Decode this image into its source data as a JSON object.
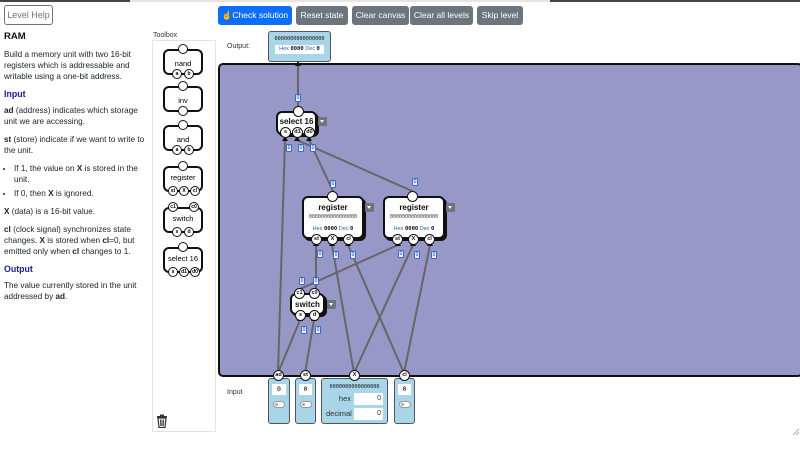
{
  "app": {
    "level_help_label": "Level Help"
  },
  "help": {
    "title": "RAM",
    "intro": "Build a memory unit with two 16-bit registers which is addressable and writable using a one-bit address.",
    "input_heading": "Input",
    "ad_term": "ad",
    "ad_desc": " (address) indicates which storage unit we are accessing.",
    "st_term": "st",
    "st_desc": " (store) indicate if we want to write to the unit.",
    "bullet1_pre": "If 1, the value on ",
    "bullet1_term": "X",
    "bullet1_post": " is stored in the unit.",
    "bullet2_pre": "If 0, then ",
    "bullet2_term": "X",
    "bullet2_post": " is ignored.",
    "x_term": "X",
    "x_desc": " (data) is a 16-bit value.",
    "cl_term": "cl",
    "cl_desc1": " (clock signal) synchronizes state changes. ",
    "cl_x": "X",
    "cl_desc2": " is stored when ",
    "cl_c0": "cl",
    "cl_desc3": "=0, but emitted only when ",
    "cl_c1": "cl",
    "cl_desc4": " changes to 1.",
    "output_heading": "Output",
    "output_pre": "The value currently stored in the unit addressed by ",
    "output_term": "ad",
    "output_post": "."
  },
  "toolbar": {
    "check_solution": "Check solution",
    "reset_state": "Reset state",
    "clear_canvas": "Clear canvas",
    "clear_all_levels": "Clear all levels",
    "skip_level": "Skip level"
  },
  "toolbox": {
    "title": "Toolbox",
    "items": [
      {
        "label": "nand",
        "pins": [
          "a",
          "b"
        ]
      },
      {
        "label": "inv",
        "pins": []
      },
      {
        "label": "and",
        "pins": [
          "a",
          "b"
        ]
      },
      {
        "label": "register",
        "pins": [
          "st",
          "X",
          "cl"
        ]
      },
      {
        "label": "switch",
        "pins": [
          "s",
          "d"
        ],
        "top_pins": [
          "c1",
          "c0"
        ]
      },
      {
        "label": "select 16",
        "pins": [
          "s",
          "d1",
          "d0"
        ]
      }
    ]
  },
  "labels": {
    "output": "Output:",
    "input": "Input"
  },
  "output_node": {
    "digits": "0000000000000000",
    "hex_label": "Hex",
    "hex": "0000",
    "dec_label": "Dec",
    "dec": "0"
  },
  "canvas": {
    "select": {
      "title": "select 16",
      "pins": [
        "s",
        "d1",
        "d0"
      ]
    },
    "register1": {
      "title": "register",
      "digits": "0000000000000000",
      "hex_label": "Hex",
      "hex": "0000",
      "dec_label": "Dec",
      "dec": "0",
      "pins": [
        "st",
        "X",
        "cl"
      ]
    },
    "register2": {
      "title": "register",
      "digits": "0000000000000000",
      "hex_label": "Hex",
      "hex": "0000",
      "dec_label": "Dec",
      "dec": "0",
      "pins": [
        "st",
        "X",
        "cl"
      ]
    },
    "switch": {
      "title": "switch",
      "pins": [
        "s",
        "d"
      ],
      "top_pins": [
        "c1",
        "c0"
      ]
    },
    "wire_value": "0"
  },
  "inputs": {
    "ad": {
      "label": "ad",
      "value": "0"
    },
    "st": {
      "label": "st",
      "value": "0"
    },
    "x": {
      "label": "X",
      "digits": "0000000000000000",
      "hex_label": "hex",
      "hex": "0",
      "decimal_label": "decimal",
      "decimal": "0"
    },
    "cl": {
      "label": "cl",
      "value": "0"
    }
  },
  "colors": {
    "canvas": "#9898c8",
    "primary": "#0d6efd",
    "secondary": "#6c757d",
    "io": "#a8d5e8"
  }
}
